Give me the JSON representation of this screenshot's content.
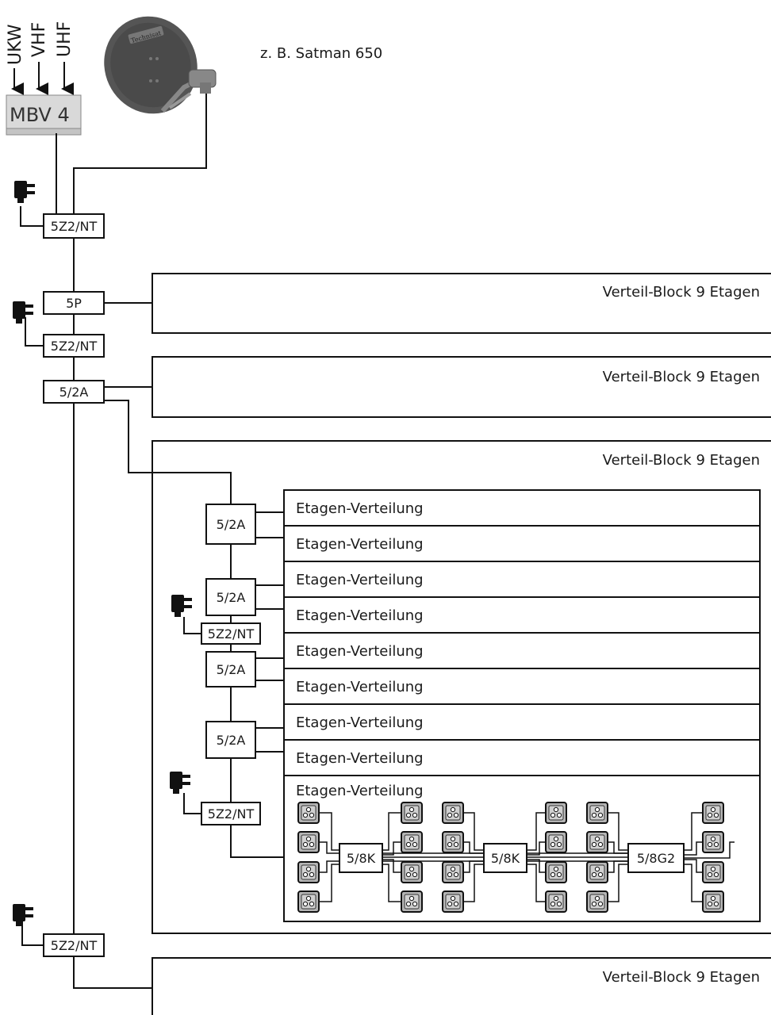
{
  "antenna_inputs": [
    "UKW",
    "VHF",
    "UHF"
  ],
  "amplifier_label": "MBV 4",
  "dish": {
    "caption": "z. B. Satman 650",
    "brand": "Technisat",
    "color": "#555555"
  },
  "headend": {
    "psu_multiswitch_top": "5Z2/NT",
    "splitter_5p": "5P",
    "psu_multiswitch_2": "5Z2/NT",
    "tap_5_2a": "5/2A",
    "psu_multiswitch_bottom": "5Z2/NT"
  },
  "blocks": {
    "block1": "Verteil-Block 9 Etagen",
    "block2": "Verteil-Block 9 Etagen",
    "block3": "Verteil-Block 9 Etagen",
    "block4": "Verteil-Block 9 Etagen"
  },
  "block3_detail": {
    "taps": [
      "5/2A",
      "5/2A",
      "5/2A",
      "5/2A"
    ],
    "psu_upper": "5Z2/NT",
    "psu_lower": "5Z2/NT",
    "floors": [
      "Etagen-Verteilung",
      "Etagen-Verteilung",
      "Etagen-Verteilung",
      "Etagen-Verteilung",
      "Etagen-Verteilung",
      "Etagen-Verteilung",
      "Etagen-Verteilung",
      "Etagen-Verteilung",
      "Etagen-Verteilung"
    ],
    "multiswitches": [
      "5/8K",
      "5/8K",
      "5/8G2"
    ]
  },
  "colors": {
    "line": "#111111",
    "socket_fill": "#b5b5b5",
    "amp_fill": "#d9d9d9",
    "psu": "#111111"
  }
}
